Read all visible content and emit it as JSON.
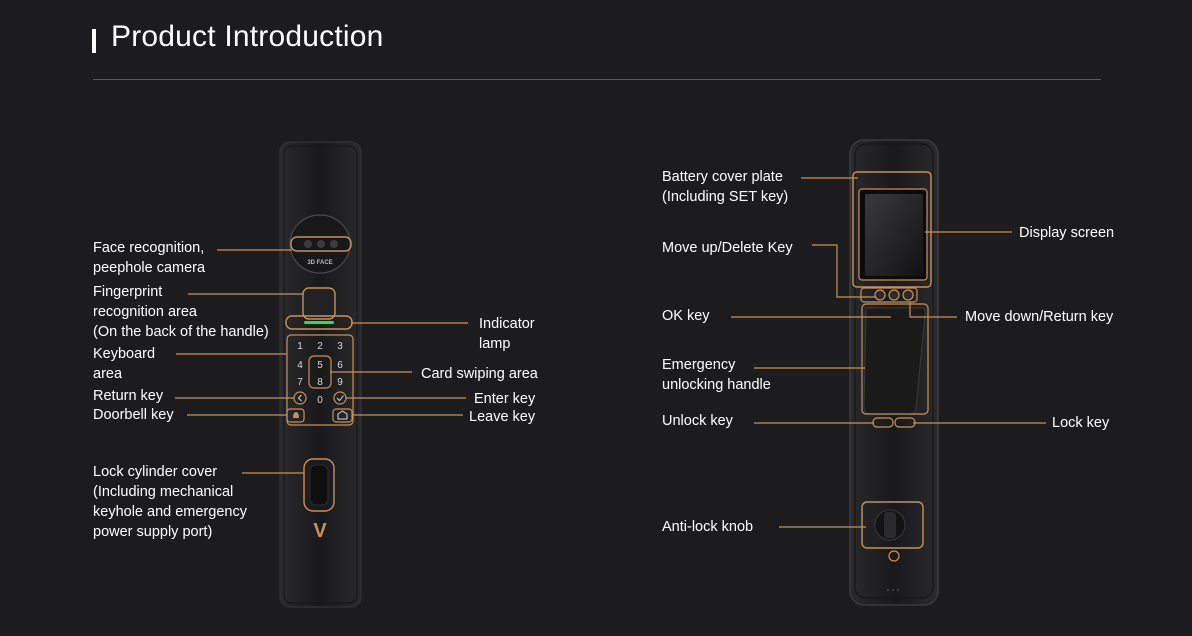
{
  "page": {
    "title": "Product Introduction"
  },
  "front": {
    "labels": {
      "face": [
        "Face recognition,",
        "peephole camera"
      ],
      "fingerprint": [
        "Fingerprint",
        "recognition area",
        "(On the back of the handle)"
      ],
      "keyboard": [
        "Keyboard",
        "area"
      ],
      "return_key": "Return key",
      "doorbell_key": "Doorbell key",
      "lock_cylinder": [
        "Lock cylinder cover",
        "(Including mechanical",
        "keyhole and emergency",
        "power supply port)"
      ],
      "indicator": [
        "Indicator",
        "lamp"
      ],
      "card_swiping": "Card swiping area",
      "enter_key": "Enter key",
      "leave_key": "Leave key"
    },
    "keypad": [
      "1",
      "2",
      "3",
      "4",
      "5",
      "6",
      "7",
      "8",
      "9",
      "0"
    ],
    "camera_badge": "3D FACE",
    "logo": "V"
  },
  "back": {
    "labels": {
      "battery_cover": [
        "Battery cover plate",
        "(Including SET key)"
      ],
      "move_up": "Move up/Delete Key",
      "ok_key": "OK key",
      "emergency_handle": [
        "Emergency",
        "unlocking handle"
      ],
      "unlock_key": "Unlock key",
      "anti_lock_knob": "Anti-lock knob",
      "display_screen": "Display screen",
      "move_down": "Move down/Return key",
      "lock_key": "Lock key"
    }
  },
  "colors": {
    "background": "#1c1c1e",
    "accent": "#c9905a",
    "indicator": "#27e05a",
    "text": "#ffffff"
  }
}
